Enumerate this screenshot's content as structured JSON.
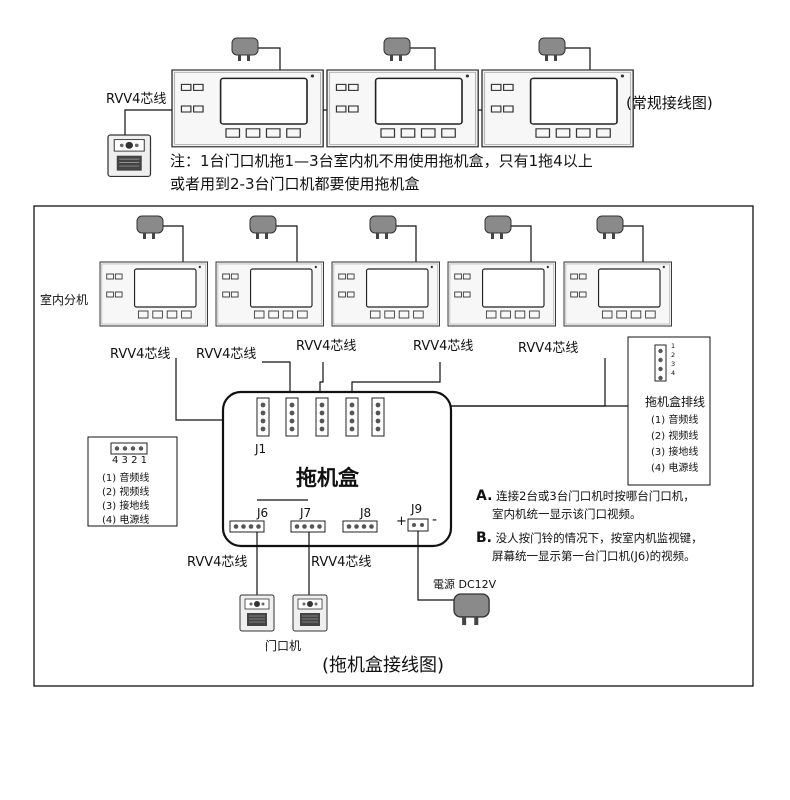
{
  "top_section": {
    "cable_label": "RVV4芯线",
    "caption": "(常规接线图)",
    "note_line1": "注：1台门口机拖1—3台室内机不用使用拖机盒，只有1拖4以上",
    "note_line2": "或者用到2-3台门口机都要使用拖机盒"
  },
  "main_section": {
    "indoor_label": "室内分机",
    "cable_labels": [
      "RVV4芯线",
      "RVV4芯线",
      "RVV4芯线",
      "RVV4芯线",
      "RVV4芯线"
    ],
    "box_title": "拖机盒",
    "jacks": {
      "j1": "J1",
      "j6": "J6",
      "j7": "J7",
      "j8": "J8",
      "j9": "J9"
    },
    "plus": "+",
    "minus": "-",
    "right_legend": {
      "title": "拖机盒排线",
      "pin_numbers": [
        "1",
        "2",
        "3",
        "4"
      ],
      "items": [
        "(1) 音频线",
        "(2) 视频线",
        "(3) 接地线",
        "(4) 电源线"
      ]
    },
    "left_legend": {
      "pin_numbers": "4 3 2 1",
      "items": [
        "(1) 音频线",
        "(2) 视频线",
        "(3) 接地线",
        "(4) 电源线"
      ]
    },
    "door_cable_labels": [
      "RVV4芯线",
      "RVV4芯线"
    ],
    "door_label": "门口机",
    "power_label": "電源 DC12V",
    "note_a_letter": "A.",
    "note_a_line1": "连接2台或3台门口机时按哪台门口机，",
    "note_a_line2": "室内机统一显示该门口视频。",
    "note_b_letter": "B.",
    "note_b_line1": "没人按门铃的情况下，按室内机监视键，",
    "note_b_line2": "屏幕统一显示第一台门口机(J6)的视频。",
    "caption": "(拖机盒接线图)"
  }
}
